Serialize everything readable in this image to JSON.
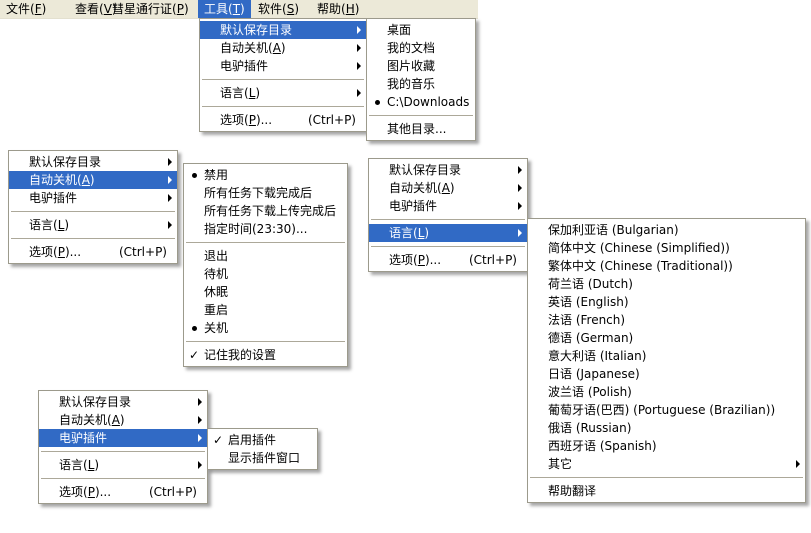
{
  "colors": {
    "highlight": "#316AC5",
    "highlight_text": "#FFFFFF",
    "menubar_bg": "#ECE9D8",
    "menu_bg": "#FFFFFF",
    "menu_border": "#9C9A8C",
    "separator": "#ACA899",
    "text": "#000000"
  },
  "menubar": {
    "items": [
      {
        "name": "file",
        "label": "文件(F)",
        "mnemonic": "F"
      },
      {
        "name": "view",
        "label": "查看(V)",
        "mnemonic": "V"
      },
      {
        "name": "comet-passport",
        "label": "彗星通行证(P)",
        "mnemonic": "P"
      },
      {
        "name": "tools",
        "label": "工具(T)",
        "mnemonic": "T",
        "highlighted": true
      },
      {
        "name": "software",
        "label": "软件(S)",
        "mnemonic": "S"
      },
      {
        "name": "help",
        "label": "帮助(H)",
        "mnemonic": "H"
      }
    ]
  },
  "menus": [
    {
      "name": "tools-menu-save-dir-open",
      "items": [
        {
          "name": "default-save-dir",
          "label": "默认保存目录",
          "submenu": true,
          "highlighted": true
        },
        {
          "name": "auto-shutdown",
          "label": "自动关机(A)",
          "mnemonic": "A",
          "submenu": true
        },
        {
          "name": "emule-plugin",
          "label": "电驴插件",
          "submenu": true
        },
        {
          "sep": true
        },
        {
          "name": "language",
          "label": "语言(L)",
          "mnemonic": "L",
          "submenu": true
        },
        {
          "sep": true
        },
        {
          "name": "options",
          "label": "选项(P)...",
          "mnemonic": "P",
          "shortcut": "(Ctrl+P)"
        }
      ]
    },
    {
      "name": "default-save-dir-submenu",
      "items": [
        {
          "name": "desktop",
          "label": "桌面"
        },
        {
          "name": "my-documents",
          "label": "我的文档"
        },
        {
          "name": "my-pictures",
          "label": "图片收藏"
        },
        {
          "name": "my-music",
          "label": "我的音乐"
        },
        {
          "name": "c-downloads",
          "label": "C:\\Downloads",
          "mark": "radio"
        },
        {
          "sep": true
        },
        {
          "name": "other-directory",
          "label": "其他目录..."
        }
      ]
    },
    {
      "name": "tools-menu-auto-shutdown-open",
      "items": [
        {
          "name": "default-save-dir",
          "label": "默认保存目录",
          "submenu": true
        },
        {
          "name": "auto-shutdown",
          "label": "自动关机(A)",
          "mnemonic": "A",
          "submenu": true,
          "highlighted": true
        },
        {
          "name": "emule-plugin",
          "label": "电驴插件",
          "submenu": true
        },
        {
          "sep": true
        },
        {
          "name": "language",
          "label": "语言(L)",
          "mnemonic": "L",
          "submenu": true
        },
        {
          "sep": true
        },
        {
          "name": "options",
          "label": "选项(P)...",
          "mnemonic": "P",
          "shortcut": "(Ctrl+P)"
        }
      ]
    },
    {
      "name": "auto-shutdown-submenu",
      "items": [
        {
          "name": "disable",
          "label": "禁用",
          "mark": "radio"
        },
        {
          "name": "after-all-downloads",
          "label": "所有任务下载完成后"
        },
        {
          "name": "after-all-downloads-uploads",
          "label": "所有任务下载上传完成后"
        },
        {
          "name": "specified-time",
          "label": "指定时间(23:30)..."
        },
        {
          "sep": true
        },
        {
          "name": "exit",
          "label": "退出"
        },
        {
          "name": "standby",
          "label": "待机"
        },
        {
          "name": "hibernate",
          "label": "休眠"
        },
        {
          "name": "restart",
          "label": "重启"
        },
        {
          "name": "shutdown",
          "label": "关机",
          "mark": "radio"
        },
        {
          "sep": true
        },
        {
          "name": "remember-my-settings",
          "label": "记住我的设置",
          "mark": "check"
        }
      ]
    },
    {
      "name": "tools-menu-language-open",
      "items": [
        {
          "name": "default-save-dir",
          "label": "默认保存目录",
          "submenu": true
        },
        {
          "name": "auto-shutdown",
          "label": "自动关机(A)",
          "mnemonic": "A",
          "submenu": true
        },
        {
          "name": "emule-plugin",
          "label": "电驴插件",
          "submenu": true
        },
        {
          "sep": true
        },
        {
          "name": "language",
          "label": "语言(L)",
          "mnemonic": "L",
          "submenu": true,
          "highlighted": true
        },
        {
          "sep": true
        },
        {
          "name": "options",
          "label": "选项(P)...",
          "mnemonic": "P",
          "shortcut": "(Ctrl+P)"
        }
      ]
    },
    {
      "name": "language-submenu",
      "items": [
        {
          "name": "bulgarian",
          "label": "保加利亚语 (Bulgarian)"
        },
        {
          "name": "chinese-simplified",
          "label": "简体中文 (Chinese (Simplified))"
        },
        {
          "name": "chinese-traditional",
          "label": "繁体中文 (Chinese (Traditional))"
        },
        {
          "name": "dutch",
          "label": "荷兰语 (Dutch)"
        },
        {
          "name": "english",
          "label": "英语 (English)"
        },
        {
          "name": "french",
          "label": "法语 (French)"
        },
        {
          "name": "german",
          "label": "德语 (German)"
        },
        {
          "name": "italian",
          "label": "意大利语 (Italian)"
        },
        {
          "name": "japanese",
          "label": "日语 (Japanese)"
        },
        {
          "name": "polish",
          "label": "波兰语 (Polish)"
        },
        {
          "name": "portuguese-brazilian",
          "label": "葡萄牙语(巴西) (Portuguese (Brazilian))"
        },
        {
          "name": "russian",
          "label": "俄语 (Russian)"
        },
        {
          "name": "spanish",
          "label": "西班牙语 (Spanish)"
        },
        {
          "name": "other",
          "label": "其它",
          "submenu": true
        },
        {
          "sep": true
        },
        {
          "name": "help-translate",
          "label": "帮助翻译"
        }
      ]
    },
    {
      "name": "tools-menu-plugin-open",
      "items": [
        {
          "name": "default-save-dir",
          "label": "默认保存目录",
          "submenu": true
        },
        {
          "name": "auto-shutdown",
          "label": "自动关机(A)",
          "mnemonic": "A",
          "submenu": true
        },
        {
          "name": "emule-plugin",
          "label": "电驴插件",
          "submenu": true,
          "highlighted": true
        },
        {
          "sep": true
        },
        {
          "name": "language",
          "label": "语言(L)",
          "mnemonic": "L",
          "submenu": true
        },
        {
          "sep": true
        },
        {
          "name": "options",
          "label": "选项(P)...",
          "mnemonic": "P",
          "shortcut": "(Ctrl+P)"
        }
      ]
    },
    {
      "name": "emule-plugin-submenu",
      "items": [
        {
          "name": "enable-plugin",
          "label": "启用插件",
          "mark": "check"
        },
        {
          "name": "show-plugin-window",
          "label": "显示插件窗口"
        }
      ]
    }
  ]
}
